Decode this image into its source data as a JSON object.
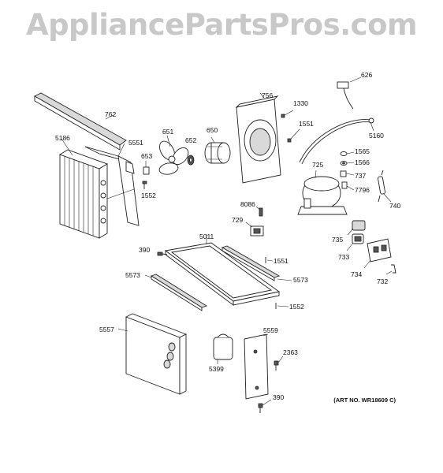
{
  "watermark": "AppliancePartsPros.com",
  "art_number": "(ART NO. WR18609 C)",
  "parts": {
    "p762": "762",
    "p5186": "5186",
    "p5551": "5551",
    "p651": "651",
    "p652": "652",
    "p650": "650",
    "p653": "653",
    "p1552a": "1552",
    "p756": "756",
    "p1330": "1330",
    "p1551a": "1551",
    "p626": "626",
    "p5160": "5160",
    "p1565": "1565",
    "p1566": "1566",
    "p725": "725",
    "p737": "737",
    "p7796": "7796",
    "p740": "740",
    "p8086": "8086",
    "p729": "729",
    "p735": "735",
    "p733": "733",
    "p734": "734",
    "p732": "732",
    "p5011": "5011",
    "p390a": "390",
    "p1551b": "1551",
    "p5573a": "5573",
    "p5573b": "5573",
    "p1552b": "1552",
    "p5557": "5557",
    "p5559": "5559",
    "p2363": "2363",
    "p5399": "5399",
    "p390b": "390"
  }
}
